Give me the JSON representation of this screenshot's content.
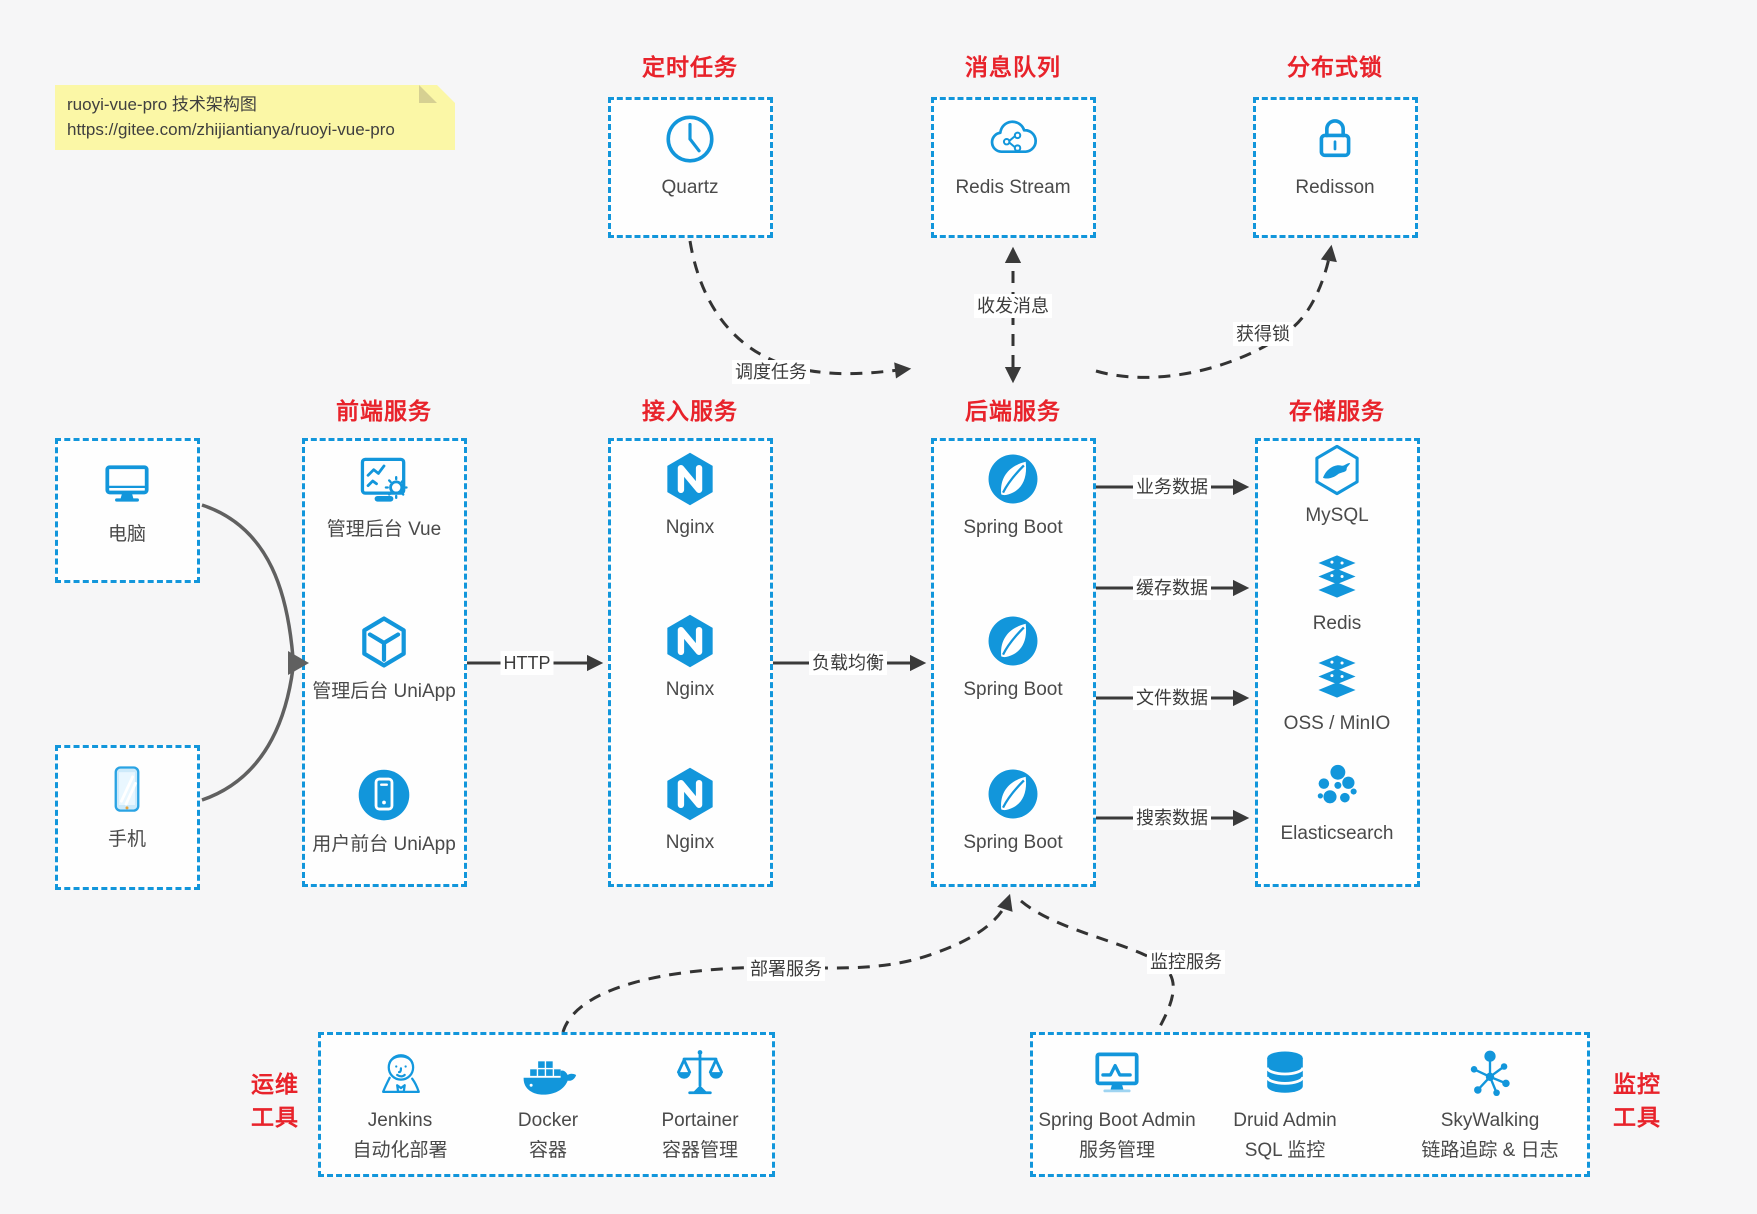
{
  "colors": {
    "blue": "#1296db",
    "red": "#e8232b",
    "dark_text": "#4a4a4a",
    "arrow": "#3a3a3a",
    "client_arrow": "#606060",
    "note_bg": "#fbf7a6"
  },
  "note": {
    "line1": "ruoyi-vue-pro 技术架构图",
    "line2": "https://gitee.com/zhijiantianya/ruoyi-vue-pro"
  },
  "top_groups": [
    {
      "title": "定时任务",
      "item": "Quartz",
      "icon": "clock-icon"
    },
    {
      "title": "消息队列",
      "item": "Redis Stream",
      "icon": "cloud-share-icon"
    },
    {
      "title": "分布式锁",
      "item": "Redisson",
      "icon": "lock-icon"
    }
  ],
  "clients": [
    {
      "label": "电脑",
      "icon": "monitor-icon"
    },
    {
      "label": "手机",
      "icon": "phone-icon"
    }
  ],
  "columns": [
    {
      "title": "前端服务",
      "items": [
        "管理后台 Vue",
        "管理后台 UniApp",
        "用户前台 UniApp"
      ]
    },
    {
      "title": "接入服务",
      "items": [
        "Nginx",
        "Nginx",
        "Nginx"
      ]
    },
    {
      "title": "后端服务",
      "items": [
        "Spring Boot",
        "Spring Boot",
        "Spring Boot"
      ]
    },
    {
      "title": "存储服务",
      "items": [
        "MySQL",
        "Redis",
        "OSS / MinIO",
        "Elasticsearch"
      ]
    }
  ],
  "bottom_groups": [
    {
      "title_line1": "运维",
      "title_line2": "工具",
      "items": [
        [
          "Jenkins",
          "自动化部署"
        ],
        [
          "Docker",
          "容器"
        ],
        [
          "Portainer",
          "容器管理"
        ]
      ]
    },
    {
      "title_line1": "监控",
      "title_line2": "工具",
      "items": [
        [
          "Spring Boot Admin",
          "服务管理"
        ],
        [
          "Druid Admin",
          "SQL 监控"
        ],
        [
          "SkyWalking",
          "链路追踪 & 日志"
        ]
      ]
    }
  ],
  "edge_labels": {
    "http": "HTTP",
    "load_balance": "负载均衡",
    "schedule": "调度任务",
    "message": "收发消息",
    "lock": "获得锁",
    "business": "业务数据",
    "cache": "缓存数据",
    "file": "文件数据",
    "search": "搜索数据",
    "deploy": "部署服务",
    "monitor": "监控服务"
  }
}
